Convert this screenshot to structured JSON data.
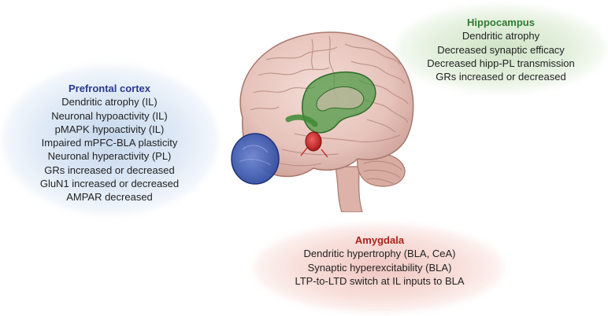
{
  "colors": {
    "prefrontal_title": "#2a3a8c",
    "hippocampus_title": "#2e7d32",
    "amygdala_title": "#b0201c",
    "prefrontal_highlight": "#3d5bb5",
    "hippocampus_highlight": "#3d8a35",
    "amygdala_highlight": "#c62828",
    "brain_tissue": "#e8c9c3"
  },
  "prefrontal": {
    "title": "Prefrontal cortex",
    "items": [
      "Dendritic atrophy (IL)",
      "Neuronal hypoactivity (IL)",
      "pMAPK hypoactivity (IL)",
      "Impaired mPFC-BLA plasticity",
      "Neuronal hyperactivity (PL)",
      "GRs increased or decreased",
      "GluN1 increased or decreased",
      "AMPAR decreased"
    ]
  },
  "hippocampus": {
    "title": "Hippocampus",
    "items": [
      "Dendritic atrophy",
      "Decreased synaptic efficacy",
      "Decreased hipp-PL transmission",
      "GRs increased or decreased"
    ]
  },
  "amygdala": {
    "title": "Amygdala",
    "items": [
      "Dendritic hypertrophy (BLA, CeA)",
      "Synaptic hyperexcitability (BLA)",
      "LTP-to-LTD switch at IL inputs to BLA"
    ]
  }
}
